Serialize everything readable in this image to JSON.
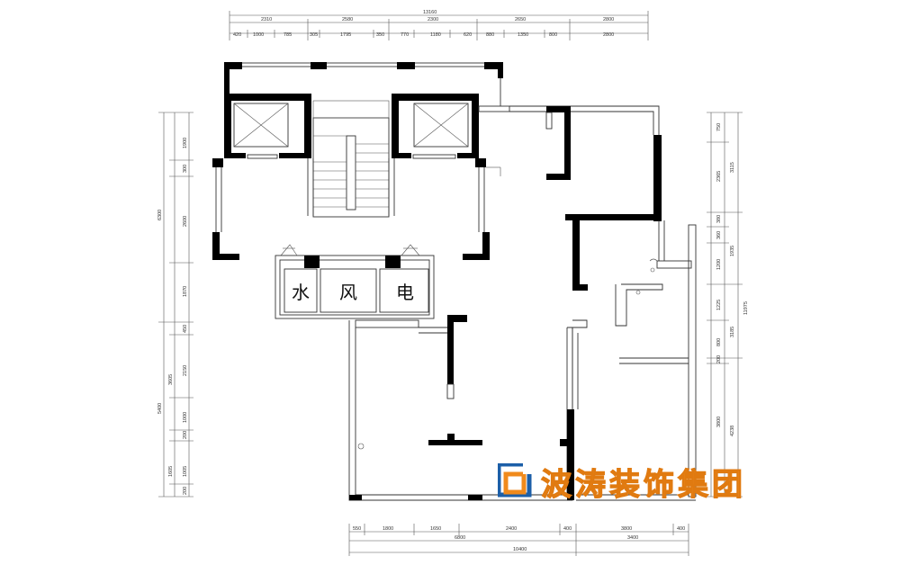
{
  "rooms": {
    "water": "水",
    "wind": "风",
    "elec": "电"
  },
  "brand": {
    "name": "波涛装饰集团",
    "primary": "#f08a1c",
    "secondary": "#1c5fa8"
  },
  "dims": {
    "top_total": "13160",
    "top_row1": [
      "2310",
      "2580",
      "2300",
      "2650",
      "2800"
    ],
    "top_row2": [
      "420",
      "1000",
      "785",
      "305",
      "1795",
      "350",
      "770",
      "1180",
      "620",
      "880",
      "1350",
      "800",
      "2800"
    ],
    "bottom_row1": [
      "550",
      "1800",
      "1650",
      "2400",
      "400",
      "3800",
      "400"
    ],
    "bottom_row2": [
      "6800",
      "3400"
    ],
    "bottom_total": "10400",
    "left_upper": [
      "1900",
      "300",
      "2600",
      "1870"
    ],
    "left_upper_total": "6300",
    "left_lower": [
      "450",
      "2150",
      "1000",
      "200",
      "1005",
      "200"
    ],
    "left_lower_sub": "3605",
    "left_lower_total": "5400",
    "left_lower_bottom": "1605",
    "right_row1": [
      "750",
      "2365",
      "380",
      "360",
      "1200",
      "1225",
      "800",
      "200",
      "3800"
    ],
    "right_row2": [
      "3115",
      "1935",
      "3185",
      "4238"
    ],
    "right_total": "11975"
  }
}
